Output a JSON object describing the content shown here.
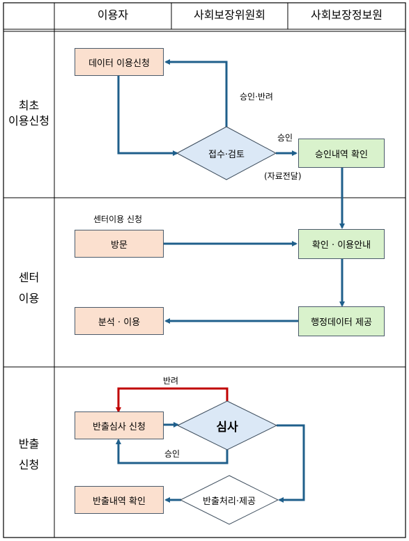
{
  "header": {
    "col_user": "이용자",
    "col_committee": "사회보장위원회",
    "col_info": "사회보장정보원"
  },
  "rows": {
    "row1_line1": "최초",
    "row1_line2": "이용신청",
    "row2_line1": "센터",
    "row2_line2": "이용",
    "row3_line1": "반출",
    "row3_line2": "신청"
  },
  "nodes": {
    "data_request": "데이터 이용신청",
    "receive_review": "접수·검토",
    "approval_confirm": "승인내역 확인",
    "visit": "방문",
    "confirm_guide": "확인 · 이용안내",
    "analysis_use": "분석 · 이용",
    "admin_data_provide": "행정데이터 제공",
    "export_review_request": "반출심사 신청",
    "review": "심사",
    "export_confirm": "반출내역 확인",
    "export_process": "반출처리·제공"
  },
  "labels": {
    "approve_reject": "승인·반려",
    "approve1": "승인",
    "data_transfer": "(자료전달)",
    "center_use_request": "센터이용 신청",
    "reject": "반려",
    "approve2": "승인"
  },
  "colors": {
    "arrow_blue": "#1f5f8b",
    "arrow_red": "#c00000",
    "pink_box": "#fbe0cf",
    "green_box": "#d9f2cc",
    "diamond_blue": "#dbe8f6",
    "header_bg": "#ffffff",
    "grid_line": "#000000"
  }
}
